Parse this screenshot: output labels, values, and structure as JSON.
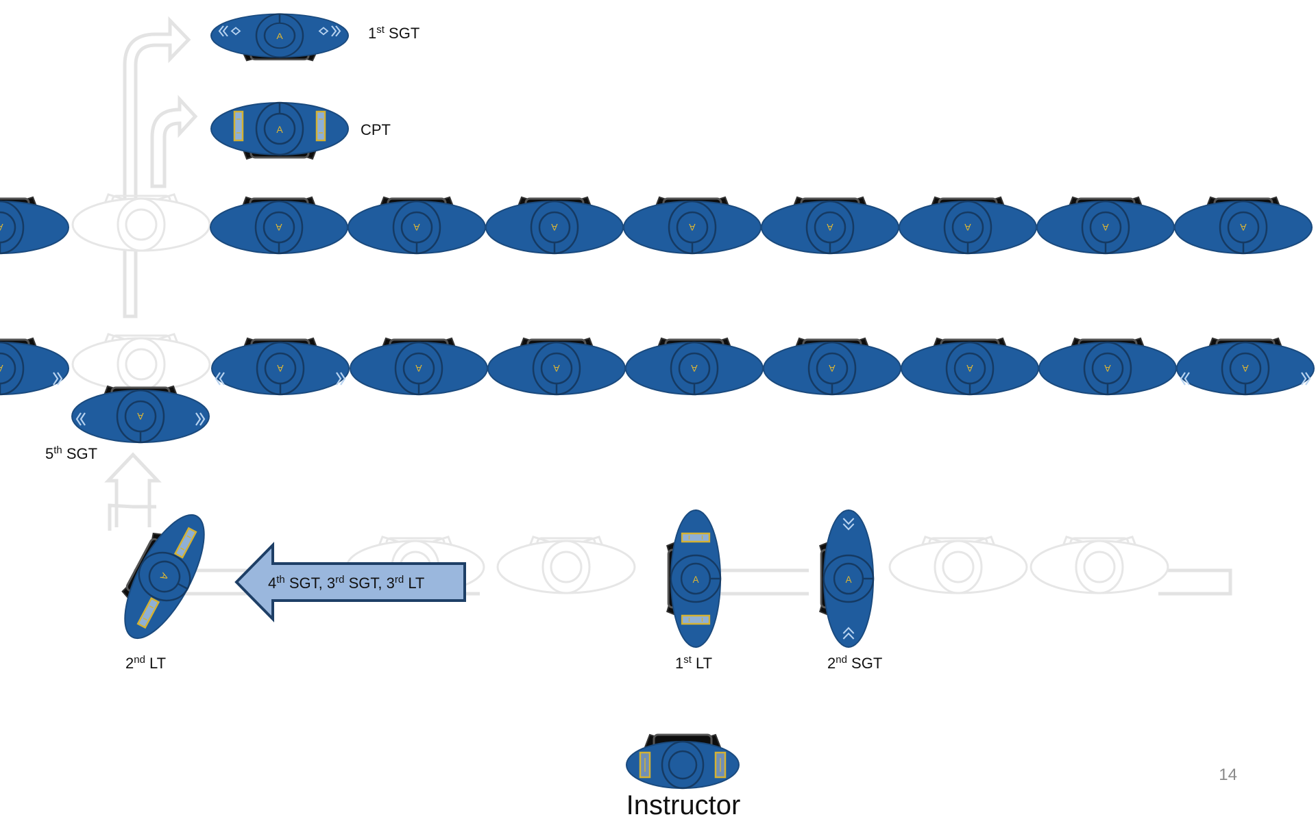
{
  "labels": {
    "first_sgt": {
      "pre": "1",
      "sup": "st",
      "post": " SGT"
    },
    "cpt": "CPT",
    "fifth_sgt": {
      "pre": "5",
      "sup": "th",
      "post": " SGT"
    },
    "second_lt": {
      "pre": "2",
      "sup": "nd",
      "post": " LT"
    },
    "first_lt": {
      "pre": "1",
      "sup": "st",
      "post": " LT"
    },
    "second_sgt": {
      "pre": "2",
      "sup": "nd",
      "post": " SGT"
    },
    "instructor": "Instructor",
    "page_number": "14"
  },
  "arrow_label": {
    "p1": "4",
    "s1": "th",
    "t1": " SGT, ",
    "p2": "3",
    "s2": "rd",
    "t2": " SGT, ",
    "p3": "3",
    "s3": "rd",
    "t3": " LT"
  },
  "chair_letter": "A",
  "colors": {
    "chair_blue": "#1f5c9e",
    "chair_outline": "#1a4a7e",
    "ghost": "#e3e3e3",
    "insignia_gold": "#d4b233",
    "arrow_fill": "#9ab7dd",
    "arrow_stroke": "#1e3f66"
  },
  "rows": {
    "front_row_chairs": 9,
    "back_row_chairs": 9
  }
}
